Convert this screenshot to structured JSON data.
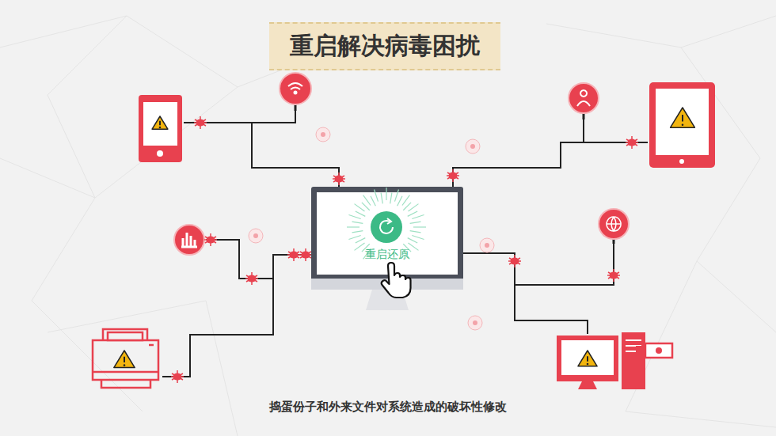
{
  "diagram": {
    "title": "重启解决病毒困扰",
    "caption": "捣蛋份子和外来文件对系统造成的破坏性修改",
    "nodes": [
      {
        "text": [
          "重启还原"
        ]
      }
    ]
  }
}
